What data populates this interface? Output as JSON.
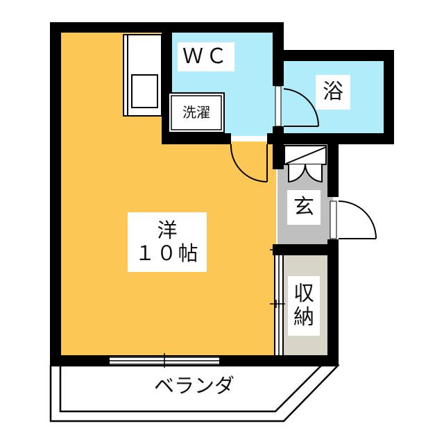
{
  "floorplan": {
    "type": "1R apartment floor plan",
    "colors": {
      "wall": "#000000",
      "living": "#fcc755",
      "wet_area": "#b1ecfa",
      "entrance": "#bfbfbf",
      "storage": "#d8d5c8",
      "background": "#ffffff"
    },
    "rooms": [
      {
        "id": "western-room",
        "label_line1": "洋",
        "label_line2": "１０帖"
      },
      {
        "id": "toilet",
        "label": "ＷＣ"
      },
      {
        "id": "bath",
        "label": "浴"
      },
      {
        "id": "laundry",
        "label": "洗濯"
      },
      {
        "id": "entrance",
        "label": "玄"
      },
      {
        "id": "storage",
        "label_line1": "収",
        "label_line2": "納"
      },
      {
        "id": "balcony",
        "label": "ベランダ"
      }
    ]
  }
}
